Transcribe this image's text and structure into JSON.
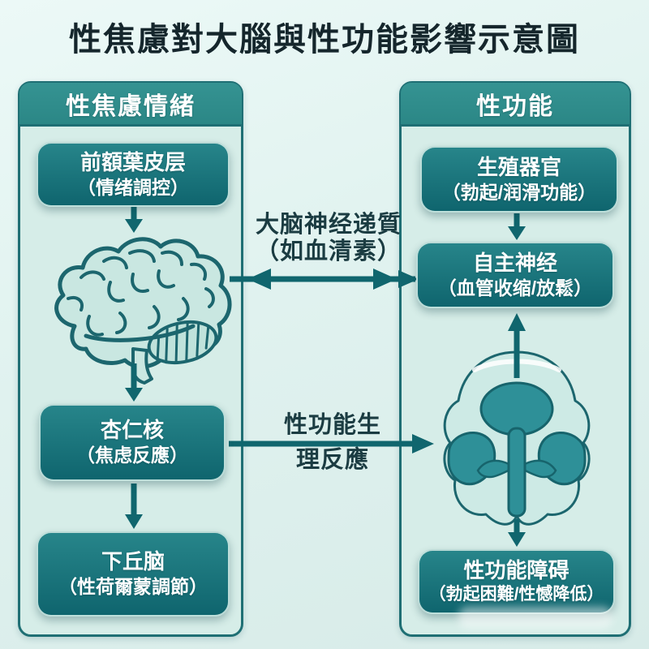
{
  "title": "性焦慮對大腦與性功能影響示意圖",
  "left_panel": {
    "header": "性焦慮情緒",
    "boxes": [
      {
        "line1": "前額葉皮层",
        "line2": "（情绪調控）"
      },
      {
        "line1": "杏仁核",
        "line2": "（焦虑反應）"
      },
      {
        "line1": "下丘脑",
        "line2": "（性荷爾蒙調節）"
      }
    ],
    "illustration": "brain-illustration"
  },
  "right_panel": {
    "header": "性功能",
    "boxes": [
      {
        "line1": "生殖器官",
        "line2": "（勃起/润滑功能）"
      },
      {
        "line1": "自主神经",
        "line2": "（血管收缩/放鬆）"
      },
      {
        "line1": "性功能障碍",
        "line2": "（勃起困難/性憾降低）"
      }
    ],
    "illustration": "pelvic-organ-illustration"
  },
  "connectors": {
    "neurotransmitter": {
      "line1": "大脑神经递質",
      "line2": "（如血清素）",
      "type": "bidirectional-arrow"
    },
    "physiological": {
      "line1": "性功能生",
      "line2": "理反應",
      "type": "right-arrow"
    }
  },
  "colors": {
    "page_bg": "#e0f2ef",
    "panel_bg": "#d6ede8",
    "header_fill": "#2e8d8c",
    "node_fill": "#12707a",
    "outline": "#1f6f74",
    "arrow": "#10666e",
    "title_text": "#15262c",
    "label_text": "#1b3c42",
    "node_text": "#ffffff"
  }
}
